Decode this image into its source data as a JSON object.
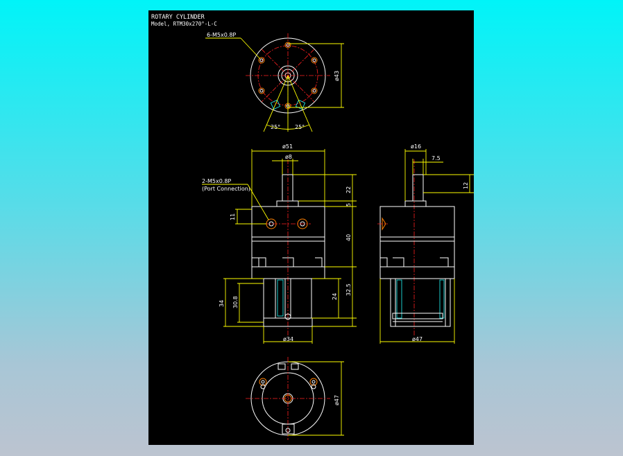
{
  "title": "ROTARY CYLINDER",
  "model": "Model, RTM30x270°-L-C",
  "top_view": {
    "thread_note": "6-M5x0.8P",
    "diameter": "ø43",
    "angle_left": "25°",
    "angle_right": "25°"
  },
  "front_view": {
    "width_dim": "ø51",
    "shaft_dim": "ø8",
    "port_note": "2-M5x0.8P",
    "port_note_sub": "(Port Connection)",
    "port_offset": "11",
    "h_22": "22",
    "h_5": "5",
    "h_40": "40",
    "h_32_5": "32.5",
    "h_24": "24",
    "h_34": "34",
    "h_30_8": "30.8",
    "base_dim": "ø34"
  },
  "side_view": {
    "shaft_dim": "ø16",
    "flat_dim": "7.5",
    "shaft_len": "12",
    "width_dim": "ø47"
  },
  "bottom_view": {
    "diameter": "ø47"
  },
  "colors": {
    "background_top": "#00f4f8",
    "background_bottom": "#bcc4d0",
    "sheet": "#000000",
    "outline": "#ffffff",
    "dimension": "#ffff00",
    "centerline": "#ff2020",
    "hidden": "#20e0e0",
    "port": "#ff8000"
  }
}
